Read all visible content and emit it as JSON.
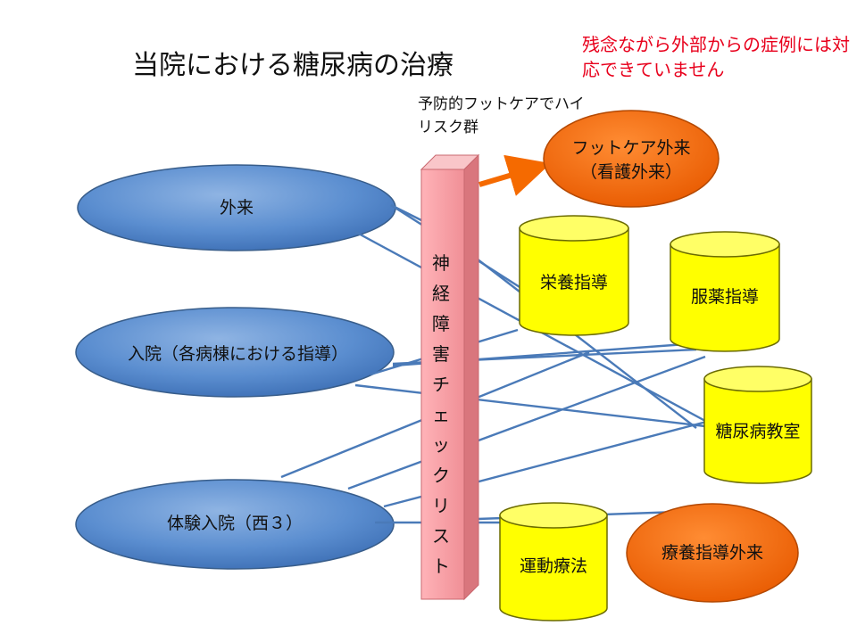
{
  "title": "当院における糖尿病の治療",
  "note": "残念ながら外部からの症例には対応できていません",
  "caption": "予防的フットケアでハイリスク群",
  "checklist": "神経障害チェックリスト",
  "departments": {
    "outpatient": "外来",
    "inpatient": "入院（各病棟における指導）",
    "trial": "体験入院（西３）"
  },
  "programs": {
    "nutrition": "栄養指導",
    "medication": "服薬指導",
    "diabetes_class": "糖尿病教室",
    "exercise": "運動療法"
  },
  "clinics": {
    "footcare": "フットケア外来（看護外来）",
    "care": "療養指導外来"
  },
  "colors": {
    "ellipse_blue": "#4f81bd",
    "cylinder_yellow": "#ffff00",
    "clinic_orange": "#f56a00",
    "checklist_pink": "#f4a1a6",
    "note_red": "#e8001c",
    "line_blue": "#4a7ab8"
  }
}
